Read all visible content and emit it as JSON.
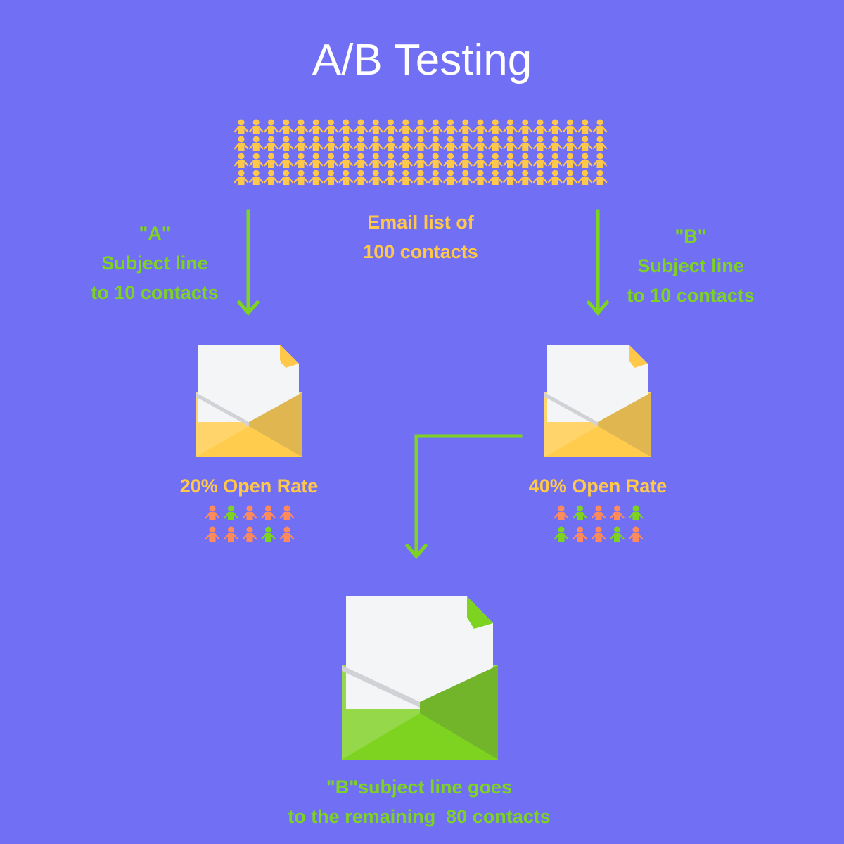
{
  "title": "A/B Testing",
  "email_list": {
    "line1": "Email list of",
    "line2": "100 contacts",
    "total_contacts": 100
  },
  "branch_a": {
    "line1": "\"A\"",
    "line2": "Subject line",
    "line3": "to 10 contacts",
    "result": "20% Open Rate",
    "opened_pattern": [
      [
        0,
        1,
        0,
        0,
        0
      ],
      [
        0,
        0,
        0,
        1,
        0
      ]
    ]
  },
  "branch_b": {
    "line1": "\"B\"",
    "line2": "Subject line",
    "line3": "to 10 contacts",
    "result": "40% Open Rate",
    "opened_pattern": [
      [
        0,
        1,
        0,
        0,
        1
      ],
      [
        1,
        0,
        0,
        1,
        0
      ]
    ]
  },
  "winner": {
    "line1": "\"B\"subject line goes",
    "line2": "to the remaining  80 contacts"
  },
  "colors": {
    "background": "#7170f5",
    "yellow": "#ffc84a",
    "green": "#7ed321",
    "orange": "#ff8a5b",
    "paper": "#f4f5f7"
  }
}
